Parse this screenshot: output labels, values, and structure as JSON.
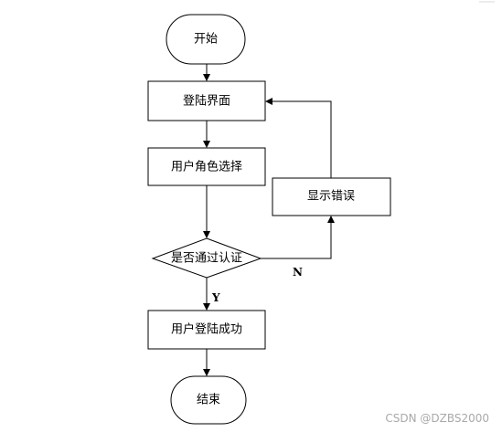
{
  "nodes": {
    "start": "开始",
    "login_page": "登陆界面",
    "role_select": "用户角色选择",
    "auth_check": "是否通过认证",
    "login_success": "用户登陆成功",
    "end": "结束",
    "show_error": "显示错误"
  },
  "edges": {
    "no_label": "N",
    "yes_label": "Y"
  },
  "watermark": "CSDN @DZBS2000"
}
